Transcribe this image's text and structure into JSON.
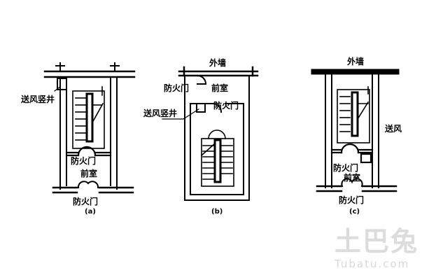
{
  "panels": [
    {
      "id": "a",
      "caption": "(a)",
      "labels": {
        "air_shaft": "送风竖井",
        "fire_door_inner": "防火门",
        "anteroom": "前室",
        "fire_door_outer": "防火门"
      }
    },
    {
      "id": "b",
      "caption": "(b)",
      "labels": {
        "outer_wall": "外墙",
        "fire_door_outer": "防火门",
        "anteroom": "前室",
        "air_shaft": "送风竖井",
        "fire_door_inner": "防火门"
      }
    },
    {
      "id": "c",
      "caption": "(c)",
      "labels": {
        "outer_wall": "外墙",
        "air_supply": "送风",
        "fire_door_inner": "防火门",
        "anteroom": "前室",
        "fire_door_outer": "防火门"
      }
    }
  ],
  "watermark": {
    "text_cn": "土巴兔",
    "text_en": "Tubatu.com"
  }
}
